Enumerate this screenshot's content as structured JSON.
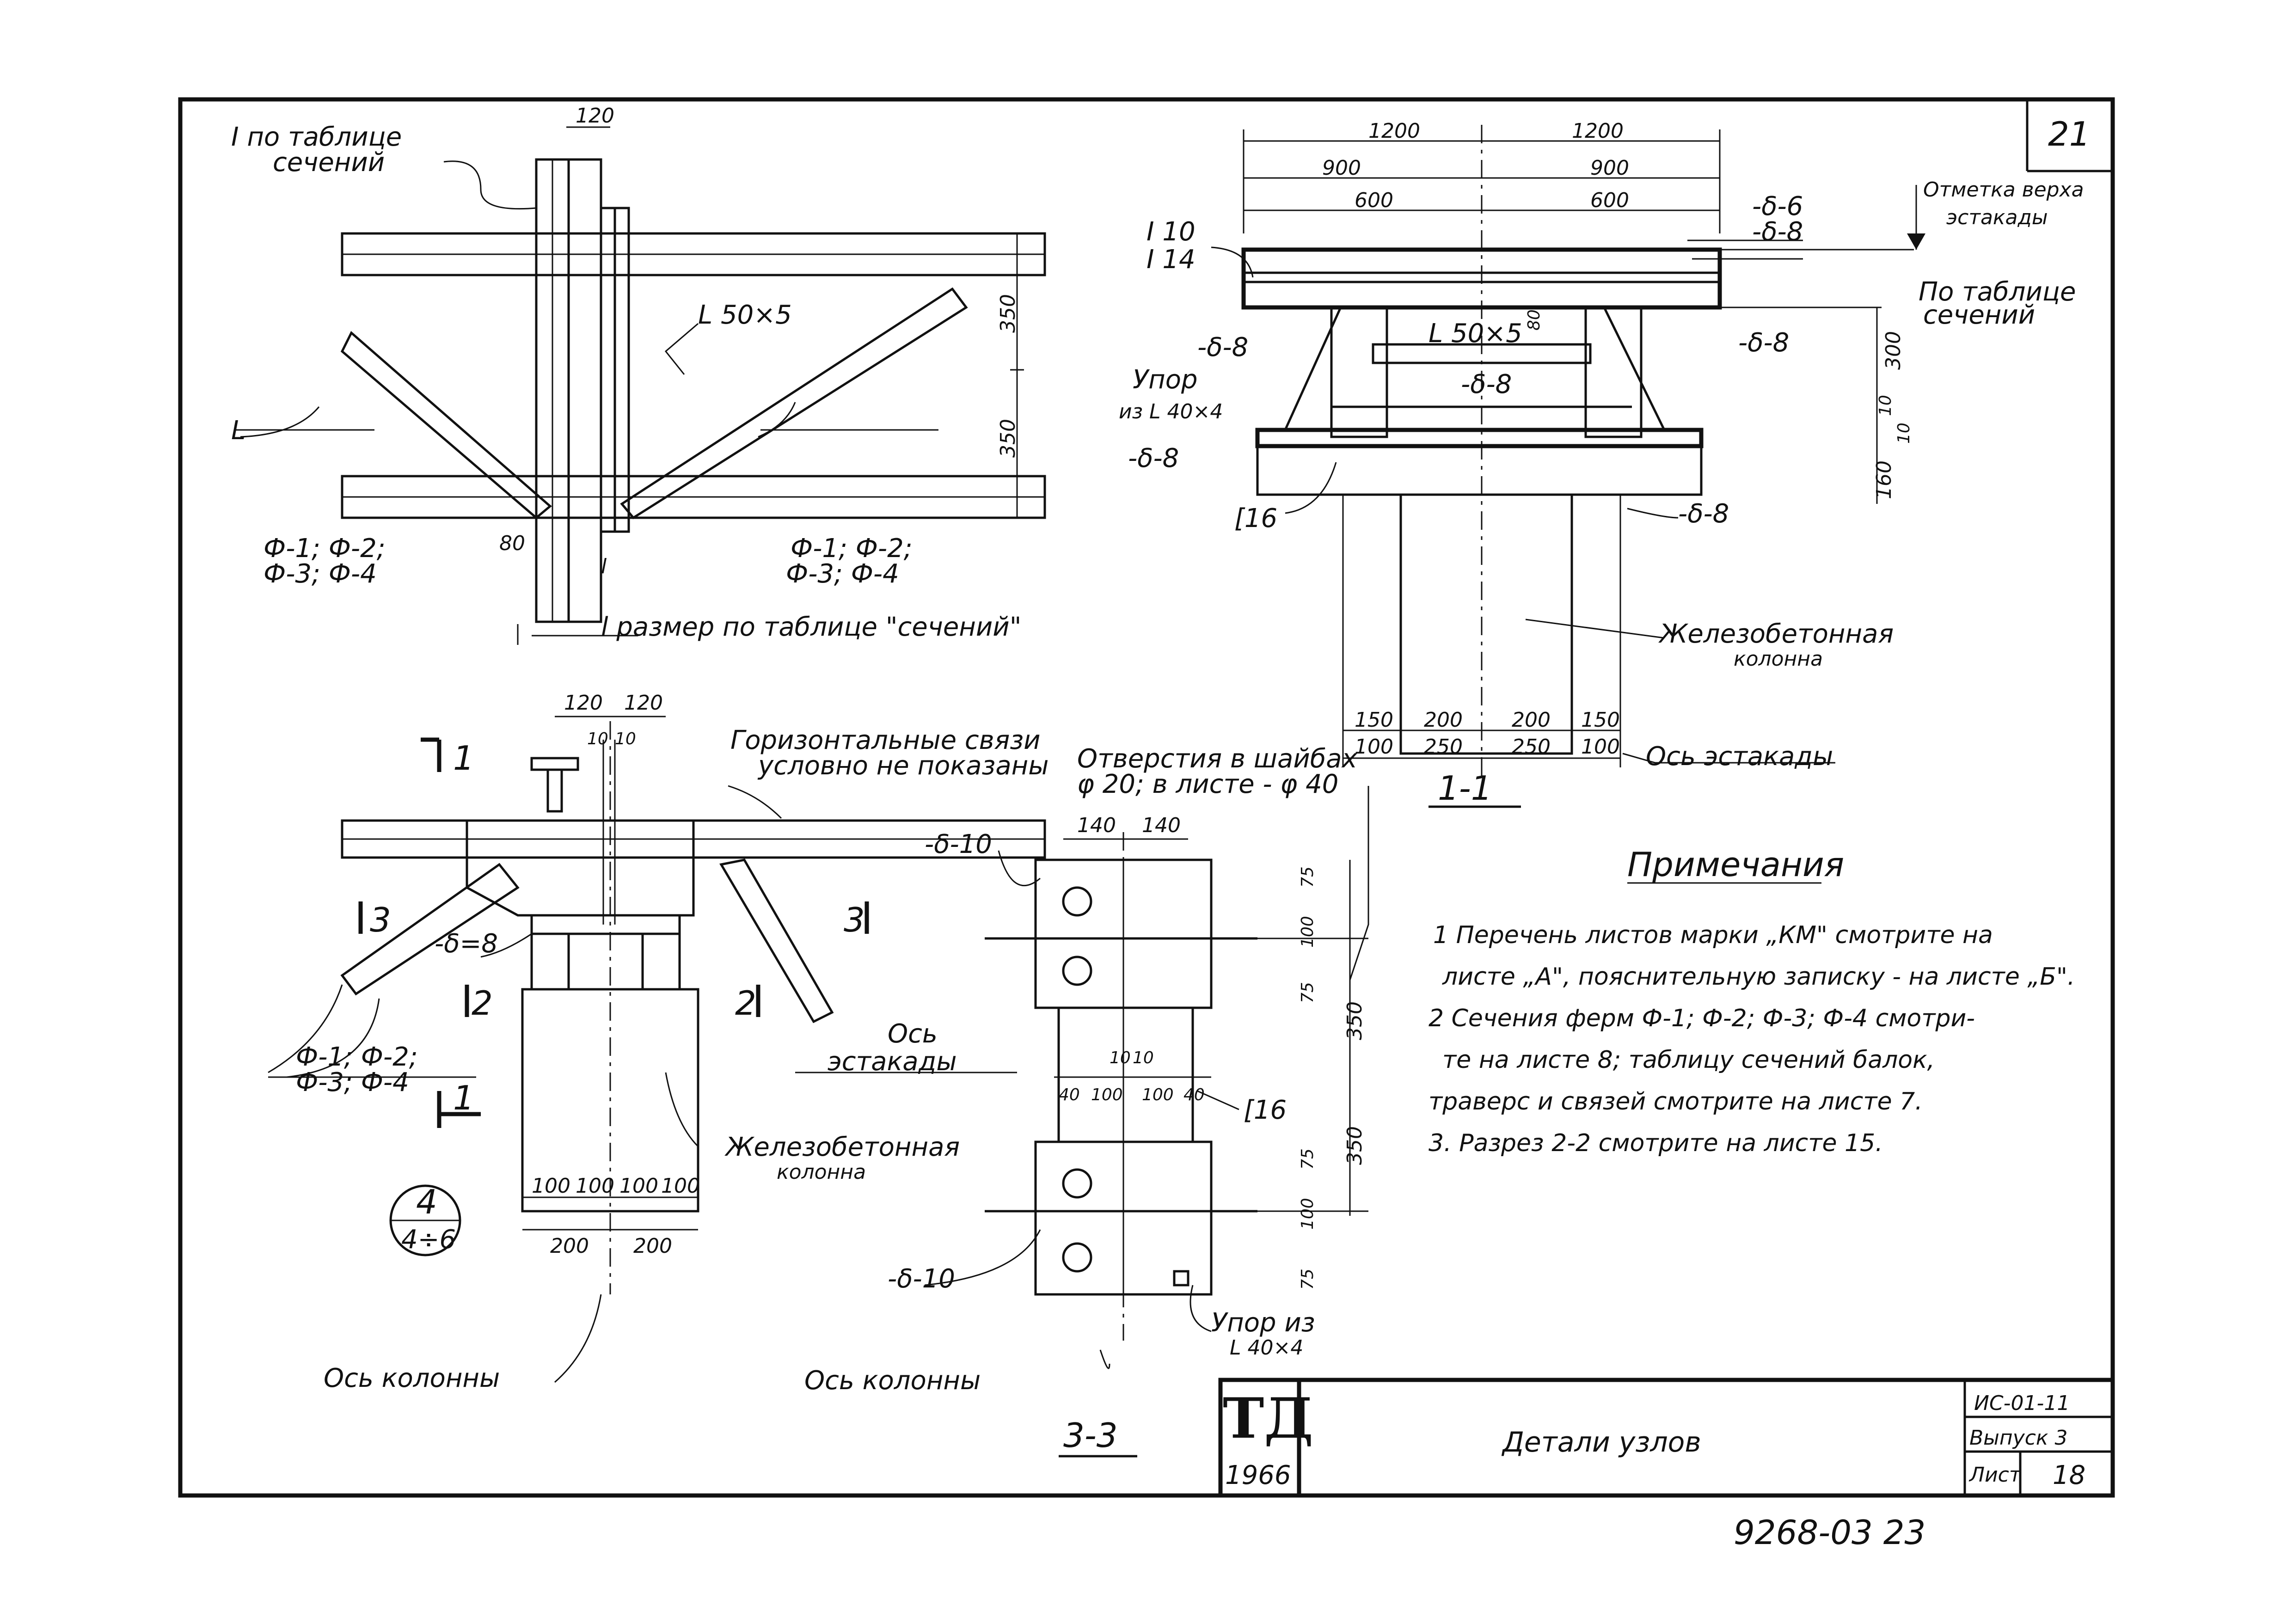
{
  "sheet_number_corner": "21",
  "section_1_1": {
    "title": "1-1",
    "dims_top": [
      "1200",
      "1200",
      "900",
      "900",
      "600",
      "600"
    ],
    "labels": {
      "beam_top": "I 10",
      "beam_bottom": "I 14",
      "plate_6": "-δ-6",
      "plate_8_top": "-δ-8",
      "elevation_label": "Отметка верха",
      "elevation_label2": "эстакады",
      "per_table": "По таблице",
      "sections": "сечений",
      "plate_left": "-δ-8",
      "plate_right": "-δ-8",
      "angle": "L 50×5",
      "plate_mid": "-δ-8",
      "stop": "Упор",
      "stop_from": "из L 40×4",
      "plate_low": "-δ-8",
      "plate_low_right": "-δ-8",
      "channel": "[16",
      "column": "Железобетонная",
      "column2": "колонна",
      "axis": "Ось эстакады"
    },
    "dims_right": [
      "300",
      "10",
      "10",
      "160"
    ],
    "dim_80": "80",
    "dims_bottom_1": [
      "150",
      "200",
      "200",
      "150"
    ],
    "dims_bottom_2": [
      "100",
      "250",
      "250",
      "100"
    ]
  },
  "top_left_detail": {
    "label_i": "I по таблице",
    "label_i2": "сечений",
    "dim_120": "120",
    "angle": "L 50×5",
    "angle_short": "L",
    "dim_350_a": "350",
    "dim_350_b": "350",
    "dim_80": "80",
    "farms_left_1": "Ф-1; Ф-2;",
    "farms_left_2": "Ф-3; Ф-4",
    "farms_right_1": "Ф-1; Ф-2;",
    "farms_right_2": "Ф-3; Ф-4",
    "size_note": "l размер по таблице \"сечений\"",
    "l_mark": "l"
  },
  "bottom_left_detail": {
    "dims_top": [
      "120",
      "120"
    ],
    "dims_small": [
      "10",
      "10"
    ],
    "horiz_ties": "Горизонтальные связи",
    "horiz_ties2": "условно не показаны",
    "plate_8": "-δ=8",
    "farms_1": "Ф-1; Ф-2;",
    "farms_2": "Ф-3; Ф-4",
    "column": "Железобетонная",
    "column2": "колонна",
    "dims_bottom_1": [
      "100",
      "100",
      "100",
      "100"
    ],
    "dims_bottom_2": [
      "200",
      "200"
    ],
    "axis": "Ось колонны",
    "cut_1": "1",
    "cut_2": "2",
    "cut_3": "3",
    "circle_top": "4",
    "circle_bottom": "4÷6"
  },
  "section_3_3": {
    "title": "3-3",
    "holes_note": "Отверстия в шайбах",
    "holes_note2": "φ 20; в листе - φ 40",
    "dims_top": [
      "140",
      "140"
    ],
    "plate_top": "-δ-10",
    "plate_bottom": "-δ-10",
    "axis_trestle": "Ось",
    "axis_trestle2": "эстакады",
    "dims_mid": [
      "40",
      "100",
      "100",
      "40"
    ],
    "dims_small": [
      "10",
      "10"
    ],
    "channel": "[16",
    "dims_right_top": [
      "75",
      "100",
      "75"
    ],
    "dim_350": "350",
    "dim_350b": "350",
    "dims_right_bottom": [
      "75",
      "100",
      "75"
    ],
    "stop": "Упор из",
    "stop2": "L 40×4",
    "axis": "Ось колонны"
  },
  "notes": {
    "heading": "Примечания",
    "lines": [
      "1 Перечень листов марки „КМ\" смотрите на",
      "листе „А\", пояснительную записку - на листе „Б\".",
      "2 Сечения ферм Ф-1; Ф-2; Ф-3; Ф-4 смотри-",
      "те на листе 8; таблицу сечений балок,",
      "траверс и связей смотрите на листе 7.",
      "3. Разрез 2-2 смотрите на листе 15."
    ]
  },
  "title_block": {
    "logo": "ТД",
    "year": "1966",
    "title": "Детали узлов",
    "code": "ИС-01-11",
    "issue": "Выпуск 3",
    "sheet_label": "Лист",
    "sheet_value": "18"
  },
  "archive_number": "9268-03 23"
}
